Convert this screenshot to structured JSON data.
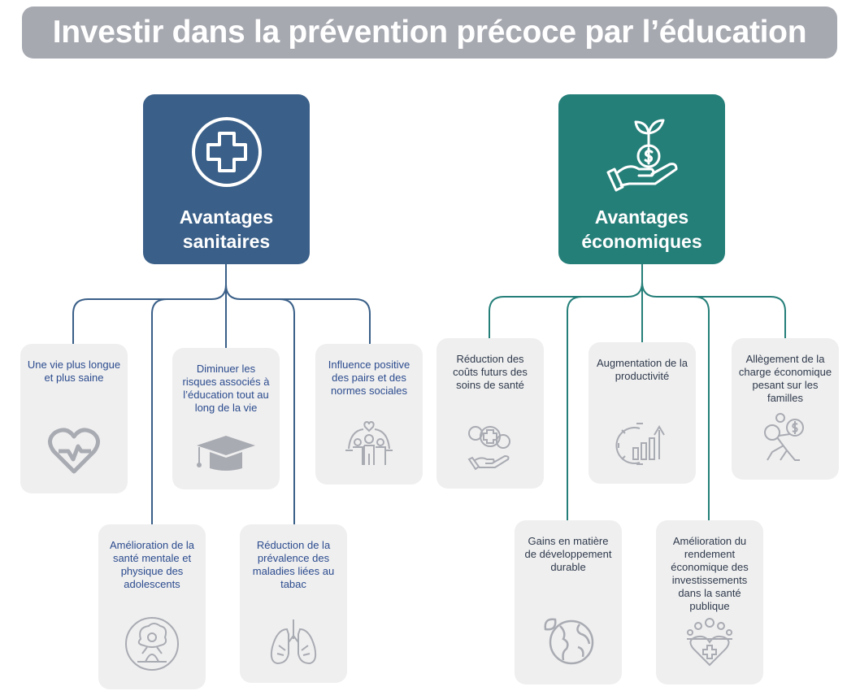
{
  "title": "Investir dans la prévention précoce par l’éducation",
  "colors": {
    "health": "#3a5f88",
    "economic": "#257f79",
    "title_bg": "#a7a9b1",
    "card_bg": "#efefef",
    "icon": "#a9abb3"
  },
  "health": {
    "label_line1": "Avantages",
    "label_line2": "sanitaires",
    "icon": "medical-cross-icon",
    "items": [
      {
        "text": "Une vie plus longue et plus saine",
        "icon": "heartbeat-icon"
      },
      {
        "text": "Diminuer les risques associés à l’éducation tout au long de la vie",
        "icon": "graduation-cap-icon"
      },
      {
        "text": "Influence positive des pairs et des normes sociales",
        "icon": "family-icon"
      },
      {
        "text": "Amélioration de la santé mentale et physique des adolescents",
        "icon": "meditation-icon"
      },
      {
        "text": "Réduction de la prévalence des maladies liées au tabac",
        "icon": "lungs-icon"
      }
    ]
  },
  "economic": {
    "label_line1": "Avantages",
    "label_line2": "économiques",
    "icon": "money-plant-hand-icon",
    "items": [
      {
        "text": "Réduction des coûts futurs des soins de santé",
        "icon": "healthcare-cost-icon"
      },
      {
        "text": "Augmentation de la productivité",
        "icon": "productivity-gear-chart-icon"
      },
      {
        "text": "Allègement de la charge économique pesant sur les familles",
        "icon": "burden-carrying-icon"
      },
      {
        "text": "Gains en matière de développement durable",
        "icon": "globe-leaf-icon"
      },
      {
        "text": "Amélioration du rendement économique des investissements dans la santé publique",
        "icon": "community-health-icon"
      }
    ]
  }
}
